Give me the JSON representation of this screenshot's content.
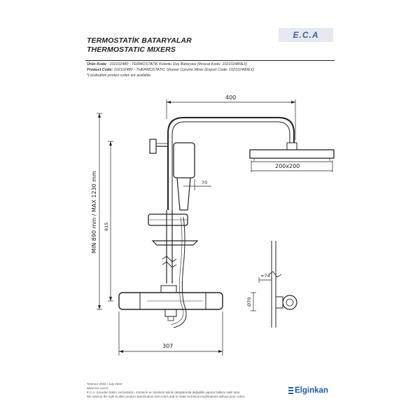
{
  "header": {
    "title_tr": "TERMOSTATİK BATARYALAR",
    "title_en": "THERMOSTATIC MIXERS",
    "logo_text": "E.C.A"
  },
  "product": {
    "line1_label": "Ürün Kodu",
    "line1_text": ": 102102480 - TERMOSTATİK Kolonlu Duş Bataryası (İhracat Kodu: 102102480EX)",
    "line2_label": "Product Code:",
    "line2_text": "102102480 - THERMOSTATIC Shower Column Mixer (Export Code: 102102480EX)",
    "line3_text": "*Localisation product codes are available."
  },
  "dimensions": {
    "arm_length": "400",
    "head_size": "200x200",
    "hand_shower_offset": "70",
    "height_range": "MIN 890 mm / MAX 1230 mm",
    "column_height": "815",
    "body_width": "307",
    "depth": "≈74",
    "outlet_diameter": "Ø70"
  },
  "footer": {
    "date": "Temmuz 2023 / July 2023",
    "website": "www.eca.com.tr",
    "note_tr": "E.C.A. önceden haber vermeksizin, ürünlerin ve ürünlerin teknik detaylarında değişiklik yapma hakkını saklı tutar.",
    "note_en": "We reserve the right to alter product specification and colors and to make technical modifications without prior notice.",
    "brand": "Elginkan"
  },
  "colors": {
    "logo_blue": "#3f5f9a",
    "brand_blue": "#1f5aa6"
  }
}
